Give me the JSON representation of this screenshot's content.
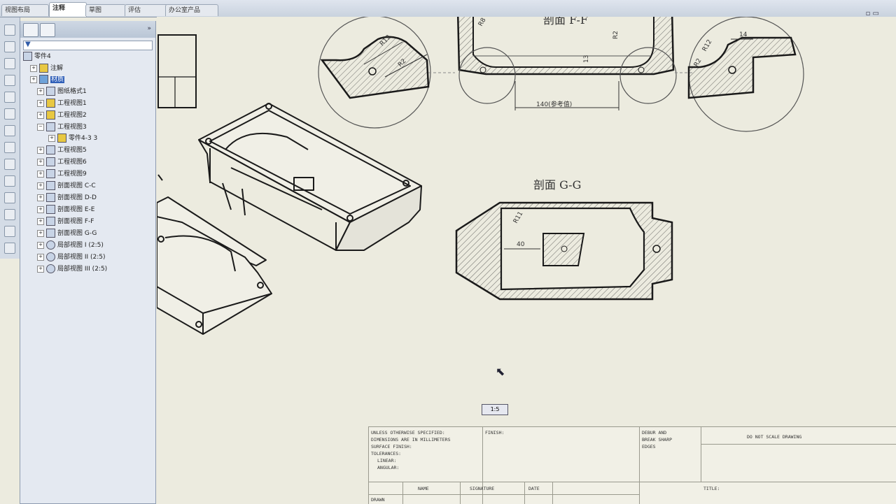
{
  "tabs": [
    {
      "label": "视图布局"
    },
    {
      "label": "注释"
    },
    {
      "label": "草图"
    },
    {
      "label": "评估"
    },
    {
      "label": "办公室产品"
    }
  ],
  "window_controls": "▫ ▭",
  "tree": {
    "root": "零件4",
    "items": [
      {
        "label": "注解"
      },
      {
        "label": "材质"
      },
      {
        "label": "图纸格式1"
      },
      {
        "label": "工程视图1"
      },
      {
        "label": "工程视图2"
      },
      {
        "label": "工程视图3"
      },
      {
        "label": "零件4-3 3"
      },
      {
        "label": "工程视图5"
      },
      {
        "label": "工程视图6"
      },
      {
        "label": "工程视图9"
      },
      {
        "label": "剖面视图 C-C"
      },
      {
        "label": "剖面视图 D-D"
      },
      {
        "label": "剖面视图 E-E"
      },
      {
        "label": "剖面视图 F-F"
      },
      {
        "label": "剖面视图 G-G"
      },
      {
        "label": "局部视图 I (2:5)"
      },
      {
        "label": "局部视图 II (2:5)"
      },
      {
        "label": "局部视图 III (2:5)"
      }
    ]
  },
  "drawing": {
    "section_ff": "剖面 F-F",
    "section_gg": "剖面 G-G",
    "dims": {
      "ff_bottom": "140(参考值)",
      "ff_r1": "R8",
      "ff_r2": "R2",
      "d1_r": "R12",
      "d1_r2": "R2",
      "d3_r": "R12",
      "d3_r2": "R2",
      "d3_top": "14",
      "gg_r": "R11",
      "gg_w": "40",
      "ff_v": "13"
    }
  },
  "tooltip": "1:5",
  "title_block": {
    "l1": "UNLESS OTHERWISE SPECIFIED:",
    "l2": "DIMENSIONS ARE IN MILLIMETERS",
    "l3": "SURFACE FINISH:",
    "l4": "TOLERANCES:",
    "l5": "LINEAR:",
    "l6": "ANGULAR:",
    "finish": "FINISH:",
    "deburr": "DEBUR AND",
    "break": "BREAK SHARP",
    "edges": "EDGES",
    "dnscale": "DO NOT SCALE DRAWING",
    "name": "NAME",
    "sign": "SIGNATURE",
    "date": "DATE",
    "title": "TITLE:",
    "drawn": "DRAWN"
  },
  "colors": {
    "accent": "#2f5fb8",
    "paper": "#ecebdf",
    "line": "#1a1a1a"
  }
}
